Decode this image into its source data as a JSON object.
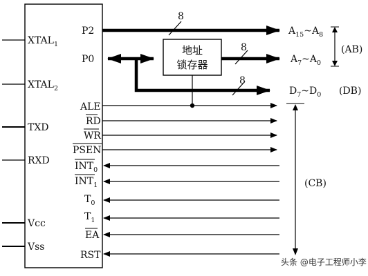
{
  "chip": {
    "left_pins": [
      {
        "main": "XTAL",
        "sub": "1"
      },
      {
        "main": "XTAL",
        "sub": "2"
      },
      {
        "main": "TXD",
        "sub": ""
      },
      {
        "main": "RXD",
        "sub": ""
      },
      {
        "main": "Vcc",
        "sub": ""
      },
      {
        "main": "Vss",
        "sub": ""
      }
    ],
    "port_pins": [
      "P2",
      "P0"
    ],
    "control_pins": [
      {
        "main": "ALE",
        "sub": "",
        "bar": false
      },
      {
        "main": "RD",
        "sub": "",
        "bar": true
      },
      {
        "main": "WR",
        "sub": "",
        "bar": true
      },
      {
        "main": "PSEN",
        "sub": "",
        "bar": true
      },
      {
        "main": "INT",
        "sub": "0",
        "bar": true
      },
      {
        "main": "INT",
        "sub": "1",
        "bar": true
      },
      {
        "main": "T",
        "sub": "0",
        "bar": false
      },
      {
        "main": "T",
        "sub": "1",
        "bar": false
      },
      {
        "main": "EA",
        "sub": "",
        "bar": true
      },
      {
        "main": "RST",
        "sub": "",
        "bar": false
      }
    ]
  },
  "latch": {
    "line1": "地址",
    "line2": "锁存器"
  },
  "bus_width": "8",
  "bus_labels": {
    "high_addr": {
      "a": "A",
      "a_sub": "15",
      "b": "A",
      "b_sub": "8",
      "sep": "~"
    },
    "low_addr": {
      "a": "A",
      "a_sub": "7",
      "b": "A",
      "b_sub": "0",
      "sep": "~"
    },
    "data": {
      "a": "D",
      "a_sub": "7",
      "b": "D",
      "b_sub": "0",
      "sep": "~"
    }
  },
  "bus_names": {
    "ab": "(AB)",
    "db": "(DB)",
    "cb": "(CB)"
  },
  "watermark": "头条 @电子工程师小李"
}
